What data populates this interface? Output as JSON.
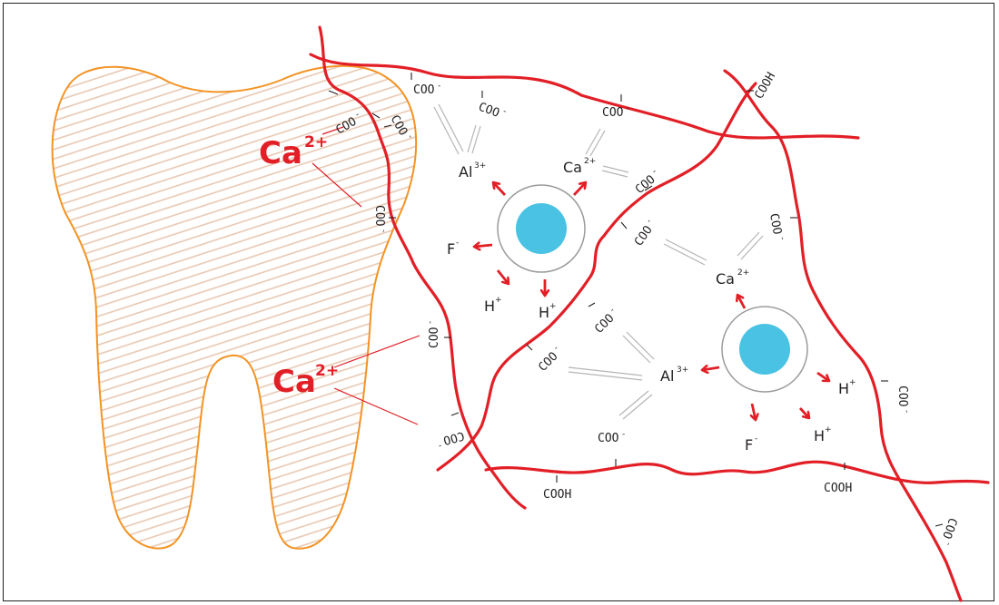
{
  "colors": {
    "frame": "#231f20",
    "polymer_chain": "#e21f26",
    "tooth_outline": "#f39324",
    "tooth_hatch": "#e7c8b2",
    "particle_core": "#49c2e4",
    "particle_shell": "#9b9b9b",
    "bond_line": "#b5b5b5",
    "arrow": "#e21f26",
    "text": "#231f20"
  },
  "tooth_ions": [
    {
      "symbol": "Ca",
      "charge": "2+"
    },
    {
      "symbol": "Ca",
      "charge": "2+"
    }
  ],
  "carboxylate_groups": [
    {
      "text": "COO",
      "charge": "-"
    },
    {
      "text": "COO",
      "charge": "-"
    },
    {
      "text": "COO",
      "charge": "-"
    },
    {
      "text": "COO",
      "charge": "-"
    },
    {
      "text": "COO",
      "charge": "-"
    },
    {
      "text": "COO",
      "charge": "-"
    },
    {
      "text": "COO",
      "charge": "-"
    },
    {
      "text": "COO",
      "charge": "-"
    },
    {
      "text": "COO",
      "charge": "-"
    },
    {
      "text": "COO",
      "charge": "-"
    },
    {
      "text": "COO",
      "charge": "-"
    },
    {
      "text": "COO",
      "charge": "-"
    },
    {
      "text": "COO",
      "charge": "-"
    },
    {
      "text": "COO",
      "charge": "-"
    },
    {
      "text": "COO",
      "charge": "-"
    },
    {
      "text": "COO",
      "charge": "-"
    }
  ],
  "carboxylic_acid_groups": [
    {
      "text": "COOH"
    },
    {
      "text": "COOH"
    },
    {
      "text": "COOH"
    }
  ],
  "matrix_ions": [
    {
      "symbol": "Al",
      "charge": "3+"
    },
    {
      "symbol": "Ca",
      "charge": "2+"
    },
    {
      "symbol": "F",
      "charge": "-"
    },
    {
      "symbol": "H",
      "charge": "+"
    },
    {
      "symbol": "H",
      "charge": "+"
    },
    {
      "symbol": "Ca",
      "charge": "2+"
    },
    {
      "symbol": "Al",
      "charge": "3+"
    },
    {
      "symbol": "F",
      "charge": "-"
    },
    {
      "symbol": "H",
      "charge": "+"
    },
    {
      "symbol": "H",
      "charge": "+"
    }
  ],
  "glass_particles": [
    {
      "name": "glass-particle-top"
    },
    {
      "name": "glass-particle-bottom"
    }
  ]
}
